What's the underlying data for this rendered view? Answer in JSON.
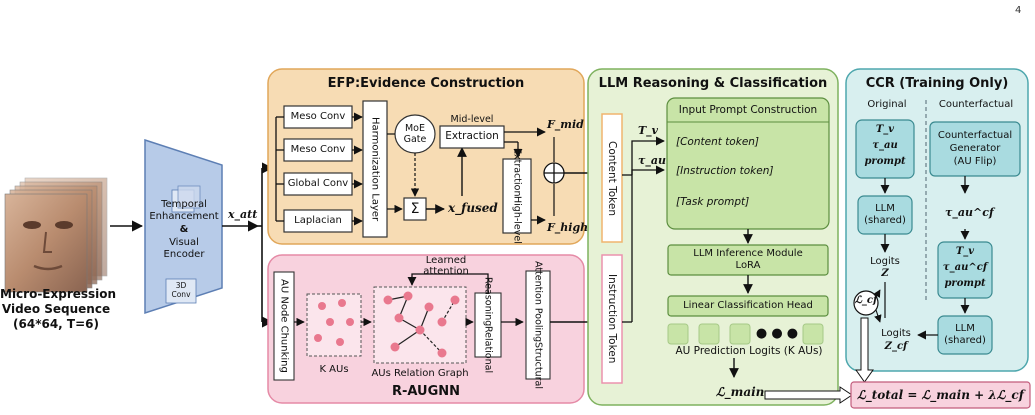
{
  "page_number": "4",
  "input": {
    "caption_line1": "Micro-Expression",
    "caption_line2": "Video Sequence",
    "caption_line3": "(64*64, T=6)"
  },
  "encoder": {
    "line1": "Temporal",
    "line2": "Enhancement",
    "amp": "&",
    "line3": "Visual",
    "line4": "Encoder",
    "conv_line1": "3D",
    "conv_line2": "Conv",
    "output": "x_att"
  },
  "efp": {
    "title": "EFP:Evidence Construction",
    "branches": [
      "Meso Conv",
      "Meso Conv",
      "Global Conv",
      "Laplacian"
    ],
    "harmonization": "Harmonization Layer",
    "moe_line1": "MoE",
    "moe_line2": "Gate",
    "sum_symbol": "Σ",
    "fused": "x_fused",
    "mid_line1": "Mid-level",
    "mid_line2": "Extraction",
    "high_line1": "High-level",
    "high_line2": "Extraction",
    "f_mid": "F_mid",
    "f_high": "F_high",
    "oplus": "⊕"
  },
  "raugnn": {
    "title": "R-AUGNN",
    "chunking": "AU Node Chunking",
    "k_aus": "K AUs",
    "learned_line1": "Learned",
    "learned_line2": "attention",
    "relation_graph": "AUs Relation Graph",
    "relational_line1": "Relational",
    "relational_line2": "Reasoning",
    "pooling_line1": "Structural",
    "pooling_line2": "Attention Pooling"
  },
  "llm": {
    "title": "LLM Reasoning & Classification",
    "content_token": "Content Token",
    "instruction_token": "Instruction Token",
    "t_v": "T_v",
    "t_au": "τ_au",
    "prompt_title": "Input Prompt Construction",
    "prompt_items": [
      "[Content token]",
      "[Instruction token]",
      "[Task prompt]"
    ],
    "inference_line1": "LLM Inference Module",
    "inference_line2": "LoRA",
    "classification_head": "Linear Classification Head",
    "ellipsis": "● ● ●",
    "logits_caption": "AU Prediction Logits (K AUs)",
    "loss_main": "ℒ_main"
  },
  "ccr": {
    "title": "CCR (Training Only)",
    "original": "Original",
    "counterfactual": "Counterfactual",
    "orig_prompt": {
      "t_v": "T_v",
      "t_au": "τ_au",
      "prompt": "prompt"
    },
    "llm_shared_line1": "LLM",
    "llm_shared_line2": "(shared)",
    "logits": "Logits",
    "z": "Z",
    "generator_line1": "Counterfactual",
    "generator_line2": "Generator",
    "generator_line3": "(AU Flip)",
    "t_au_cf": "τ_au^cf",
    "cf_prompt": {
      "t_v": "T_v",
      "t_au_cf": "τ_au^cf",
      "prompt": "prompt"
    },
    "loss_cf": "ℒ_cf",
    "z_cf": "Z_cf",
    "loss_total": "ℒ_total = ℒ_main + λℒ_cf"
  },
  "colors": {
    "efp_fill": "#f7dcb4",
    "raugnn_fill": "#f8d2de",
    "llm_fill": "#e7f2d6",
    "ccr_fill": "#d8efef",
    "green_box": "#c8e4a7",
    "teal_box": "#a9dbe0",
    "node_pink": "#e9788e",
    "encoder_blue": "#b7cbe8"
  }
}
